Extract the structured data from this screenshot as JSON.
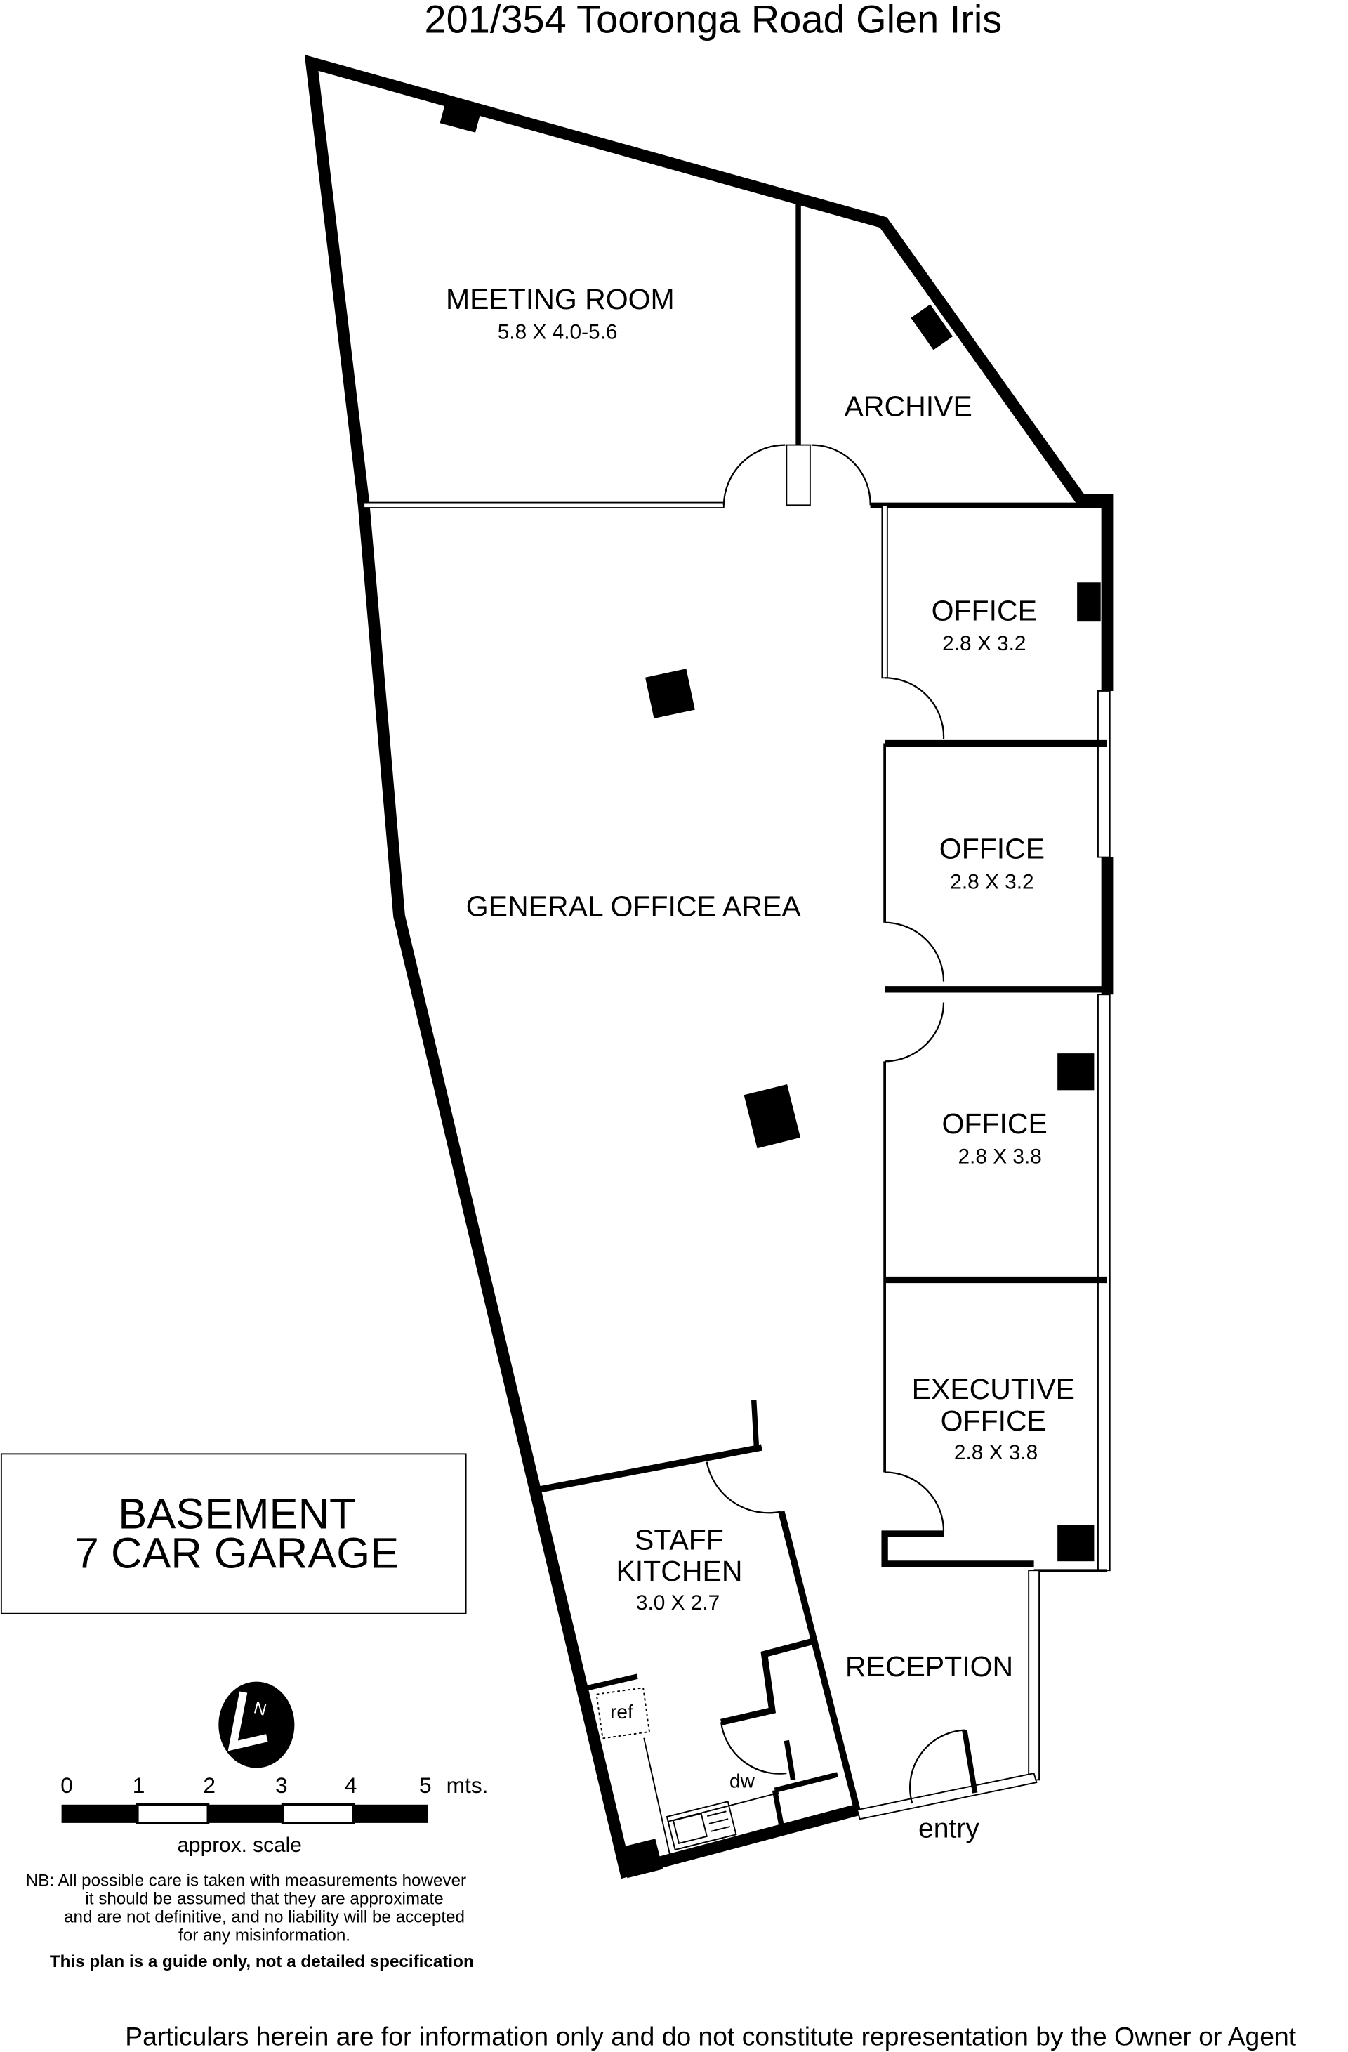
{
  "title": "201/354 Tooronga Road Glen Iris",
  "rooms": {
    "meeting": {
      "name": "MEETING ROOM",
      "size": "5.8 X 4.0-5.6"
    },
    "archive": {
      "name": "ARCHIVE"
    },
    "office1": {
      "name": "OFFICE",
      "size": "2.8 X 3.2"
    },
    "office2": {
      "name": "OFFICE",
      "size": "2.8 X 3.2"
    },
    "office3": {
      "name": "OFFICE",
      "size": "2.8 X 3.8"
    },
    "executive": {
      "name_line1": "EXECUTIVE",
      "name_line2": "OFFICE",
      "size": "2.8 X 3.8"
    },
    "general": {
      "name": "GENERAL OFFICE AREA"
    },
    "kitchen": {
      "name_line1": "STAFF",
      "name_line2": "KITCHEN",
      "size": "3.0 X 2.7",
      "ref": "ref",
      "dw": "dw"
    },
    "reception": {
      "name": "RECEPTION"
    },
    "entry": "entry"
  },
  "garage": {
    "line1": "BASEMENT",
    "line2": "7 CAR GARAGE"
  },
  "compass": {
    "label": "N"
  },
  "scale": {
    "ticks": [
      "0",
      "1",
      "2",
      "3",
      "4",
      "5"
    ],
    "unit": "mts.",
    "caption": "approx. scale"
  },
  "disclaimer": {
    "lines": [
      "NB: All possible care is taken with measurements however",
      "it should be assumed that they are approximate",
      "and are not definitive, and no liability will be accepted",
      "for any misinformation."
    ],
    "guide": "This plan is a guide only, not a detailed specification"
  },
  "footer": "Particulars herein are for information only and do not constitute representation by the Owner or Agent"
}
